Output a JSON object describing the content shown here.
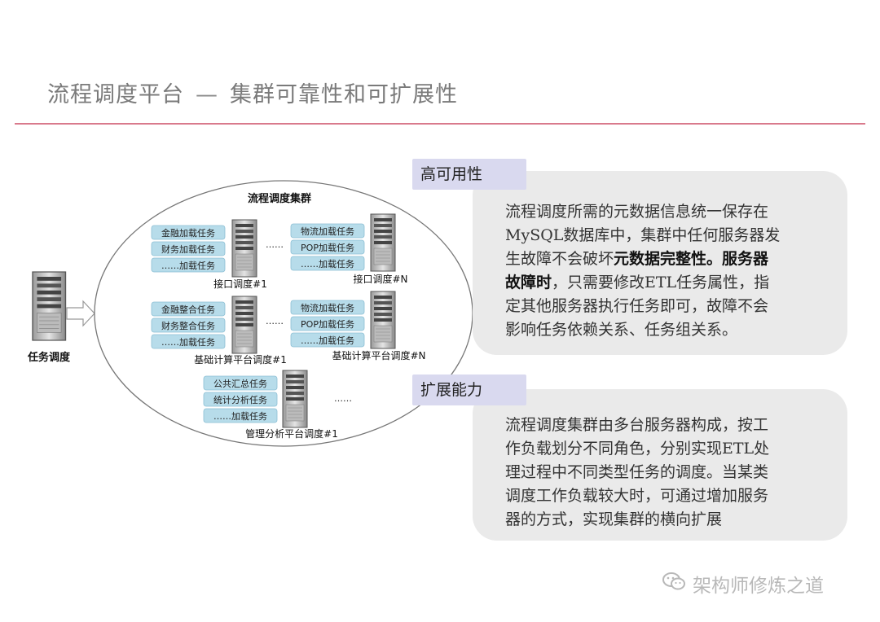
{
  "header": {
    "title_main": "流程调度平台",
    "title_dash": "—",
    "title_sub": "集群可靠性和可扩展性"
  },
  "colors": {
    "accent_rule": "#d97a8c",
    "task_box": "#b7dcea",
    "section_tab": "#d9d9ef",
    "panel_bg": "#eaeaea"
  },
  "diagram": {
    "scheduler_label": "任务调度",
    "cluster_title": "流程调度集群",
    "ellipsis": "……",
    "groups": [
      {
        "label": "接口调度#1",
        "tasks": [
          "金融加载任务",
          "财务加载任务",
          "……加载任务"
        ]
      },
      {
        "label": "接口调度#N",
        "tasks": [
          "物流加载任务",
          "POP加载任务",
          "……加载任务"
        ]
      },
      {
        "label": "基础计算平台调度#1",
        "tasks": [
          "金融整合任务",
          "财务整合任务",
          "……加载任务"
        ]
      },
      {
        "label": "基础计算平台调度#N",
        "tasks": [
          "物流加载任务",
          "POP加载任务",
          "……加载任务"
        ]
      },
      {
        "label": "管理分析平台调度#1",
        "tasks": [
          "公共汇总任务",
          "统计分析任务",
          "……加载任务"
        ]
      }
    ]
  },
  "sections": {
    "availability": {
      "heading": "高可用性",
      "lines": [
        "流程调度所需的元数据信息统一保存在",
        "MySQL数据库中，集群中任何服务器发",
        "生故障不会破坏"
      ],
      "bold1": "元数据完整性。服务器",
      "bold2": "故障时",
      "rest": "，只需要修改ETL任务属性，指",
      "lines2": [
        "定其他服务器执行任务即可，故障不会",
        "影响任务依赖关系、任务组关系。"
      ]
    },
    "scalability": {
      "heading": "扩展能力",
      "lines": [
        "流程调度集群由多台服务器构成，按工",
        "作负载划分不同角色，分别实现ETL处",
        "理过程中不同类型任务的调度。当某类",
        "调度工作负载较大时，可通过增加服务",
        "器的方式，实现集群的横向扩展"
      ]
    }
  },
  "watermark": {
    "icon": "wechat-icon",
    "text": "架构师修炼之道"
  }
}
